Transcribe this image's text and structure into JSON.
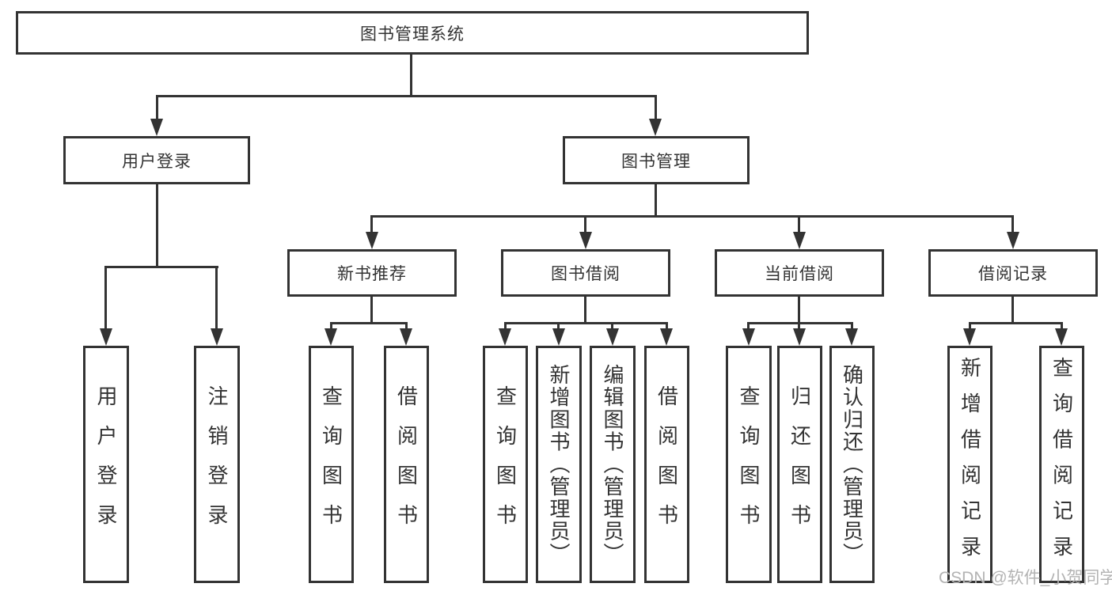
{
  "tree": {
    "root": "图书管理系统",
    "children": [
      {
        "label": "用户登录",
        "children": [
          "用户登录",
          "注销登录"
        ]
      },
      {
        "label": "图书管理",
        "children": [
          {
            "label": "新书推荐",
            "children": [
              "查询图书",
              "借阅图书"
            ]
          },
          {
            "label": "图书借阅",
            "children": [
              "查询图书",
              "新增图书（管理员）",
              "编辑图书（管理员）",
              "借阅图书"
            ]
          },
          {
            "label": "当前借阅",
            "children": [
              "查询图书",
              "归还图书",
              "确认归还（管理员）"
            ]
          },
          {
            "label": "借阅记录",
            "children": [
              "新增借阅记录",
              "查询借阅记录"
            ]
          }
        ]
      }
    ]
  },
  "watermark": "CSDN @软件_小贺同学",
  "colors": {
    "line": "#333333",
    "box_background": "#ffffff",
    "watermark": "#b3b3b3",
    "page_background": "#ffffff"
  }
}
